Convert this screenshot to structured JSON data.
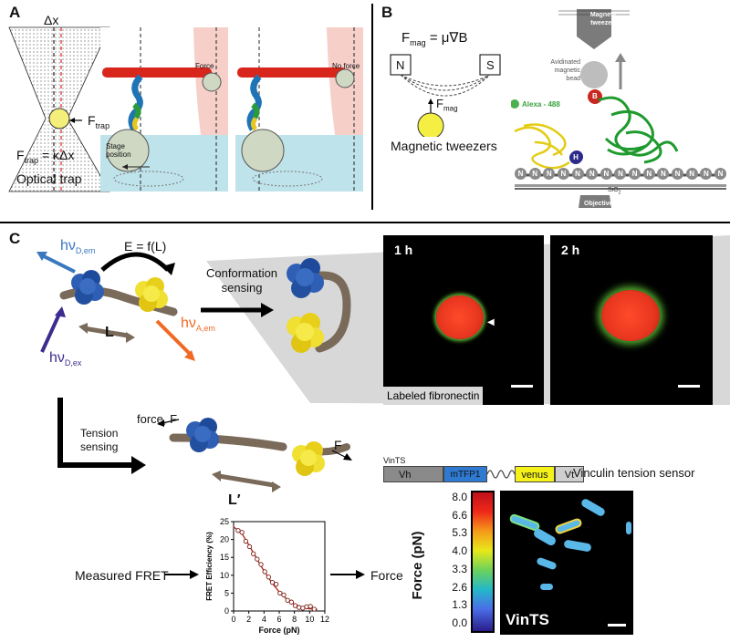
{
  "panels": {
    "a": {
      "letter": "A",
      "delta_x": "Δx",
      "f_trap": "F",
      "f_trap_sub": "trap",
      "equation_lhs": "F",
      "equation_sub": "trap",
      "equation_rhs": " = κΔx",
      "caption": "Optical trap",
      "force_label": "Force",
      "no_force_label": "No force",
      "stage_label_1": "Stage",
      "stage_label_2": "position"
    },
    "b": {
      "letter": "B",
      "equation": "F",
      "equation_sub": "mag",
      "equation_rhs": " = μ∇B",
      "magnet_n": "N",
      "magnet_s": "S",
      "f_label": "F",
      "f_sub": "mag",
      "caption": "Magnetic tweezers",
      "tweezer_label_1": "Magnetic",
      "tweezer_label_2": "tweezers",
      "bead_label_1": "Avidinated",
      "bead_label_2": "magnetic",
      "bead_label_3": "bead",
      "b_marker": "B",
      "h_marker": "H",
      "alexa": "Alexa - 488",
      "n_marker": "N",
      "substrate": "SiO",
      "substrate_sub": "2",
      "objective": "Objective"
    },
    "c": {
      "letter": "C",
      "hv_d_em": "hν",
      "hv_d_em_sub": "D,em",
      "e_eq": "E = f(L)",
      "L": "L",
      "hv_a_em": "hν",
      "hv_a_em_sub": "A,em",
      "hv_d_ex": "hν",
      "hv_d_ex_sub": "D,ex",
      "conformation": "Conformation",
      "sensing": "sensing",
      "tension": "Tension",
      "tension_sensing": "sensing",
      "force_f": "force, F",
      "F": "F",
      "L_prime": "L′",
      "measured_fret": "Measured FRET",
      "force_out": "Force",
      "micro_1h": "1 h",
      "micro_2h": "2 h",
      "labeled_fibronectin": "Labeled fibronectin",
      "vints_small": "VinTS",
      "construct": [
        "Vh",
        "mTFP1",
        "venus",
        "Vt"
      ],
      "vinculin_sensor": "Vinculin tension sensor",
      "colorbar_title": "Force (pN)",
      "colorbar_ticks": [
        "8.0",
        "6.6",
        "5.3",
        "4.0",
        "3.3",
        "2.6",
        "1.3",
        "0.0"
      ],
      "vints_label": "VinTS"
    }
  },
  "colors": {
    "donor": "#2f5fb4",
    "acceptor": "#f0dd2a",
    "arrow_blue": "#3a78c0",
    "arrow_orange": "#f06a25",
    "arrow_purple": "#3b2d8e",
    "actin": "#d9261c",
    "trap_pink": "#f5cfc8",
    "stage_blue": "#bfe3ea"
  },
  "chart_data": {
    "type": "scatter",
    "title": "",
    "xlabel": "Force (pN)",
    "ylabel": "FRET Efficiency (%)",
    "xlim": [
      0,
      12
    ],
    "ylim": [
      0,
      25
    ],
    "xticks": [
      0,
      2,
      4,
      6,
      8,
      10,
      12
    ],
    "yticks": [
      0,
      5,
      10,
      15,
      20,
      25
    ],
    "series": [
      {
        "kind": "points",
        "x": [
          0.6,
          1.1,
          1.6,
          2.1,
          2.6,
          3.1,
          3.6,
          4.1,
          4.6,
          5.1,
          5.6,
          6.1,
          6.6,
          7.1,
          7.6,
          8.1,
          8.6,
          9.1,
          9.6,
          10.1,
          10.6
        ],
        "y": [
          22.5,
          22,
          19.5,
          18,
          16,
          14.5,
          13,
          11,
          9.5,
          8,
          7.5,
          5,
          4.5,
          3,
          2.5,
          1.5,
          1,
          0.8,
          1.2,
          1.3,
          0.5
        ]
      },
      {
        "kind": "fit",
        "x": [
          0,
          1,
          2,
          3,
          4,
          5,
          6,
          7,
          8,
          9,
          10,
          11
        ],
        "y": [
          23.5,
          22,
          18.5,
          14.8,
          11.2,
          8,
          5.3,
          3.3,
          1.9,
          1.1,
          0.6,
          0.4
        ]
      }
    ]
  }
}
